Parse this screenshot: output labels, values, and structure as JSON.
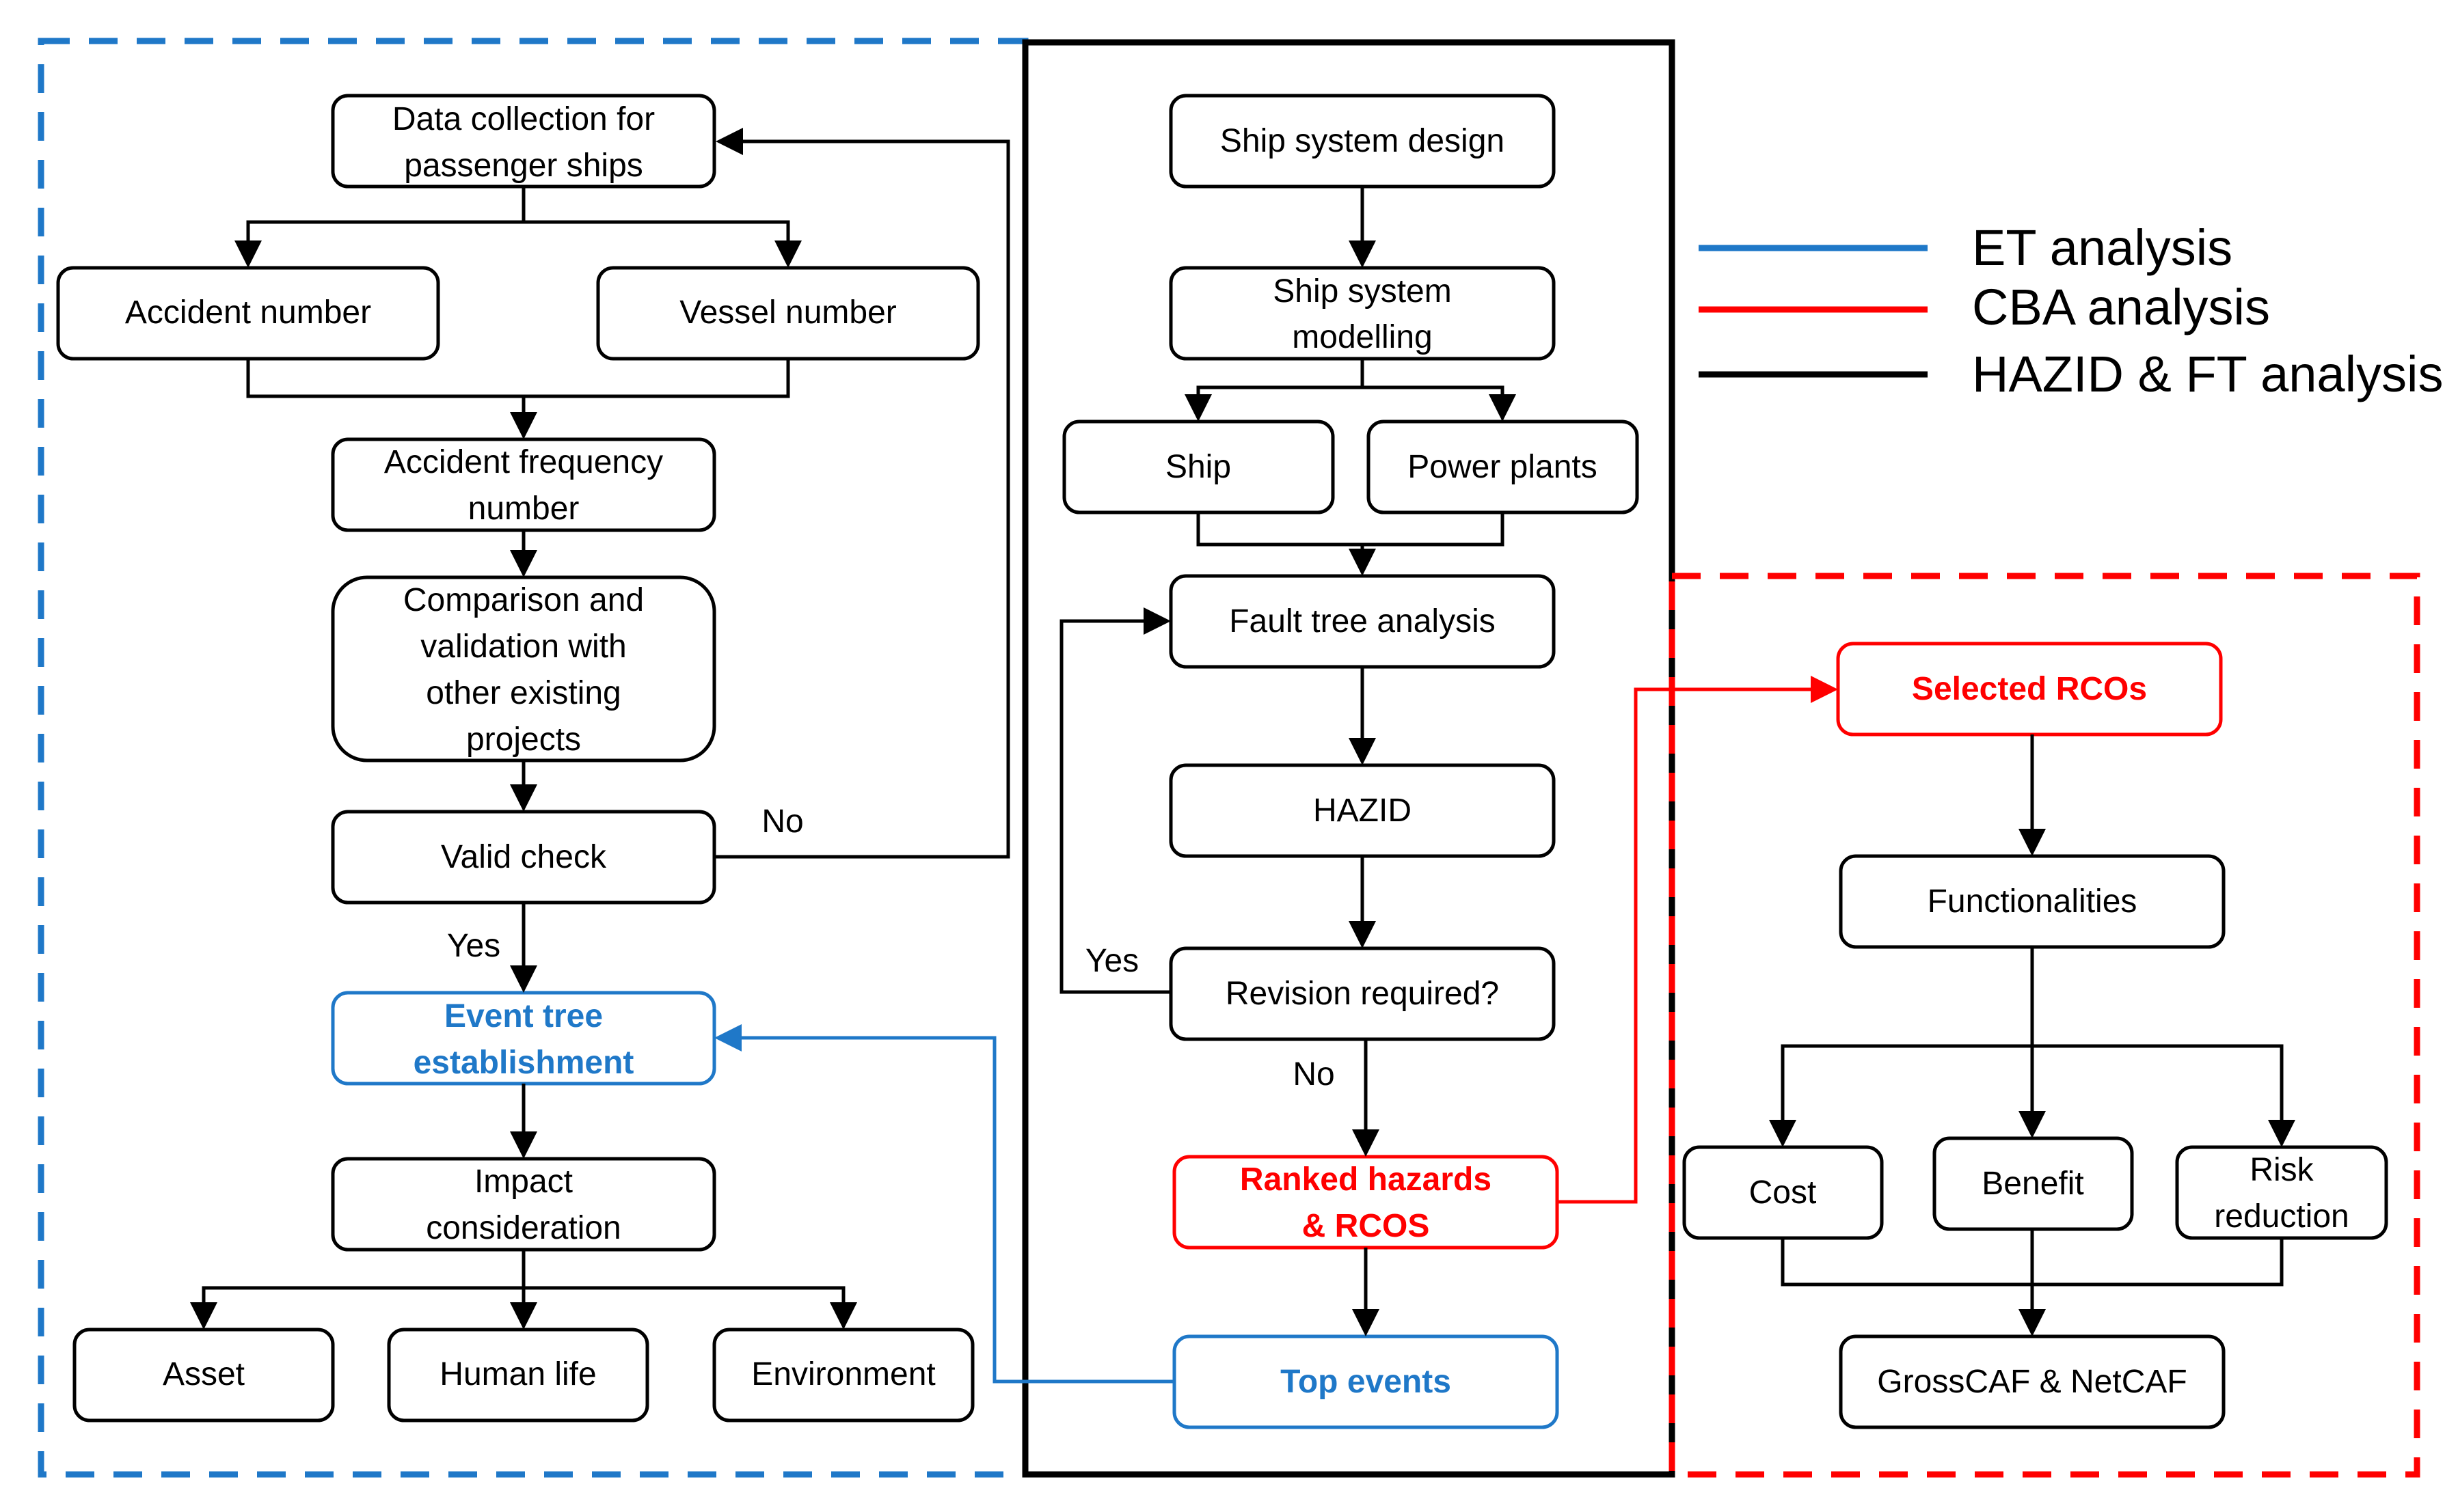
{
  "legend": {
    "et": "ET analysis",
    "cba": "CBA analysis",
    "hazid": "HAZID & FT analysis"
  },
  "colors": {
    "et": "#1f78c8",
    "cba": "#ff0000",
    "hazid": "#000000"
  },
  "et": {
    "data_collection": [
      "Data collection for",
      "passenger ships"
    ],
    "accident_number": "Accident number",
    "vessel_number": "Vessel number",
    "accident_frequency": [
      "Accident frequency",
      "number"
    ],
    "comparison": [
      "Comparison and",
      "validation with",
      "other existing",
      "projects"
    ],
    "valid_check": "Valid check",
    "no_label": "No",
    "yes_label": "Yes",
    "event_tree": [
      "Event tree",
      "establishment"
    ],
    "impact": [
      "Impact",
      "consideration"
    ],
    "asset": "Asset",
    "human_life": "Human life",
    "environment": "Environment"
  },
  "hazid": {
    "ship_system_design": "Ship system design",
    "ship_system_modelling": [
      "Ship system",
      "modelling"
    ],
    "ship": "Ship",
    "power_plants": "Power plants",
    "fault_tree": "Fault tree analysis",
    "hazid": "HAZID",
    "revision": "Revision required?",
    "yes_label": "Yes",
    "no_label": "No",
    "ranked_hazards": [
      "Ranked hazards",
      "& RCOS"
    ],
    "top_events": "Top events"
  },
  "cba": {
    "selected_rcos": "Selected RCOs",
    "functionalities": "Functionalities",
    "cost": "Cost",
    "benefit": "Benefit",
    "risk_reduction": [
      "Risk",
      "reduction"
    ],
    "grosscaf": "GrossCAF & NetCAF"
  }
}
